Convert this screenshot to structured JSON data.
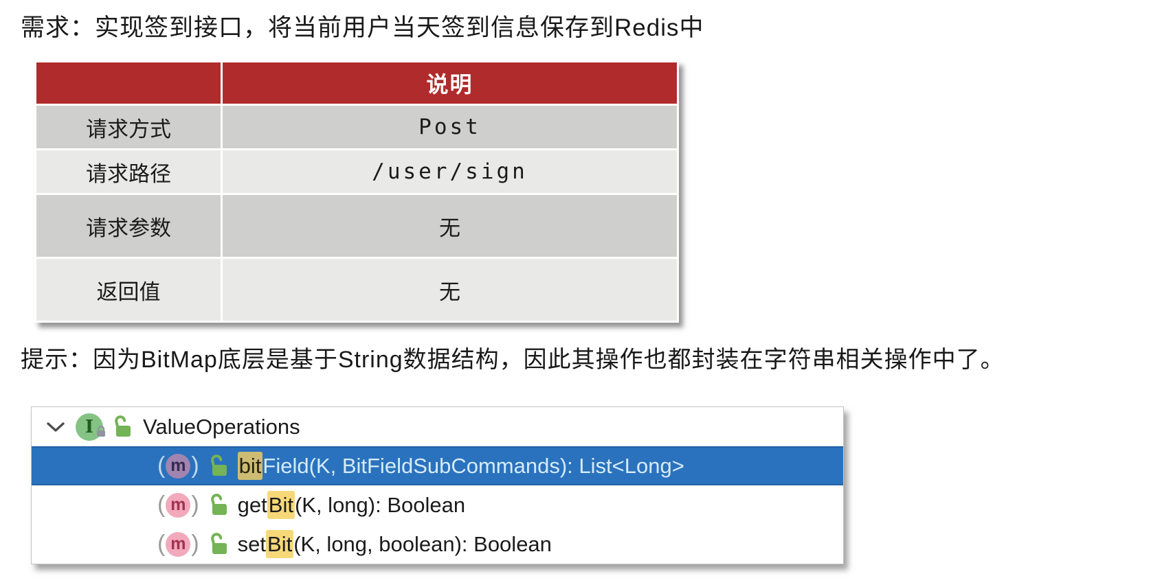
{
  "title": "需求：实现签到接口，将当前用户当天签到信息保存到Redis中",
  "hint": "提示：因为BitMap底层是基于String数据结构，因此其操作也都封装在字符串相关操作中了。",
  "spec_table": {
    "header": {
      "col1": "",
      "col2": "说明"
    },
    "rows": [
      {
        "label": "请求方式",
        "value": "Post"
      },
      {
        "label": "请求路径",
        "value": "/user/sign"
      },
      {
        "label": "请求参数",
        "value": "无"
      },
      {
        "label": "返回值",
        "value": "无"
      }
    ]
  },
  "structure_panel": {
    "root": {
      "label": "ValueOperations",
      "kind_letter": "I"
    },
    "method_letter": "m",
    "methods": [
      {
        "pre": "",
        "match": "bit",
        "post": "Field(K, BitFieldSubCommands): List<Long>",
        "selected": true
      },
      {
        "pre": "get",
        "match": "Bit",
        "post": "(K, long): Boolean",
        "selected": false
      },
      {
        "pre": "set",
        "match": "Bit",
        "post": "(K, long, boolean): Boolean",
        "selected": false
      }
    ]
  },
  "colors": {
    "table_header_bg": "#b02b2b",
    "row_dark": "#cfcfcd",
    "row_light": "#e9e9e7",
    "selection_blue": "#2a72bd",
    "selected_text": "#d5ebfa",
    "highlight_yellow": "#f6d879",
    "highlight_olive": "#cdbc72",
    "interface_icon_green": "#85c385",
    "method_icon_pink": "#f2a9bc",
    "lock_green": "#74b356"
  }
}
